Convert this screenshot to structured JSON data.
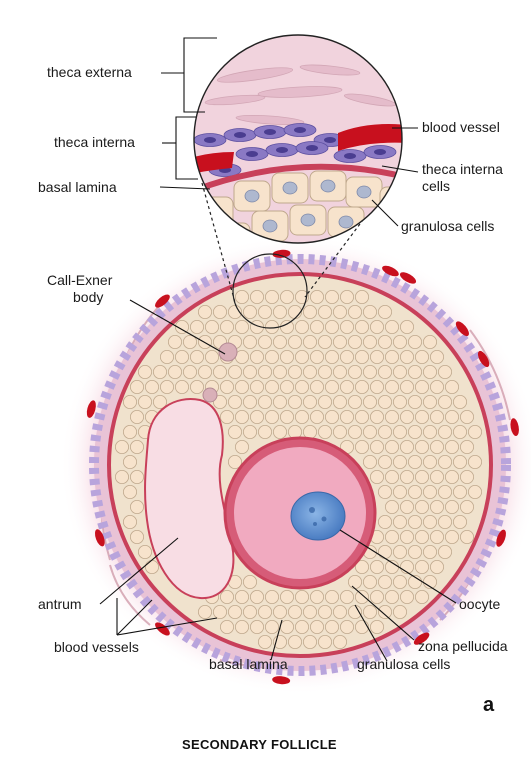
{
  "labels": {
    "theca_externa": "theca externa",
    "theca_interna": "theca interna",
    "basal_lamina_top": "basal lamina",
    "blood_vessel": "blood vessel",
    "theca_interna_cells_1": "theca interna",
    "theca_interna_cells_2": "cells",
    "granulosa_cells_top": "granulosa cells",
    "call_exner_1": "Call-Exner",
    "call_exner_2": "body",
    "antrum": "antrum",
    "oocyte": "oocyte",
    "zona_pellucida": "zona pellucida",
    "blood_vessels": "blood vessels",
    "basal_lamina_bottom": "basal lamina",
    "granulosa_cells_bottom": "granulosa cells"
  },
  "panel_letter": "a",
  "figure_title": "SECONDARY FOLLICLE",
  "colors": {
    "stroma_pink": "#f7dbe4",
    "basal_lamina_red": "#c8405a",
    "granulosa_cell": "#f7e3cc",
    "theca_cell_purple": "#8a79c4",
    "blood_red": "#c8101e",
    "oocyte_pink": "#f1aac0",
    "nucleus_blue": "#6f9fd6",
    "antrum_fill": "#f8dde4"
  }
}
